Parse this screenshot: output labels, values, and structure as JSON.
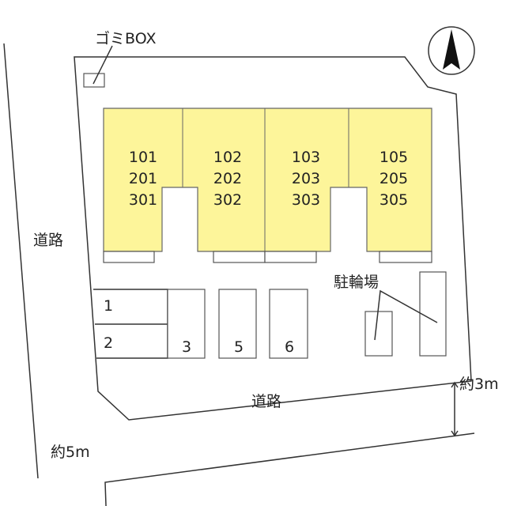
{
  "labels": {
    "garbage_box": "ゴミBOX",
    "road_west": "道路",
    "road_south": "道路",
    "bicycle_parking": "駐輪場",
    "road_width_south": "約3m",
    "road_width_west": "約5m"
  },
  "building": {
    "fill_color": "#fdf59a",
    "units": [
      {
        "rooms": [
          "101",
          "201",
          "301"
        ]
      },
      {
        "rooms": [
          "102",
          "202",
          "302"
        ]
      },
      {
        "rooms": [
          "103",
          "203",
          "303"
        ]
      },
      {
        "rooms": [
          "105",
          "205",
          "305"
        ]
      }
    ]
  },
  "parking": [
    "1",
    "2",
    "3",
    "5",
    "6"
  ],
  "north_arrow": "north-arrow-icon"
}
